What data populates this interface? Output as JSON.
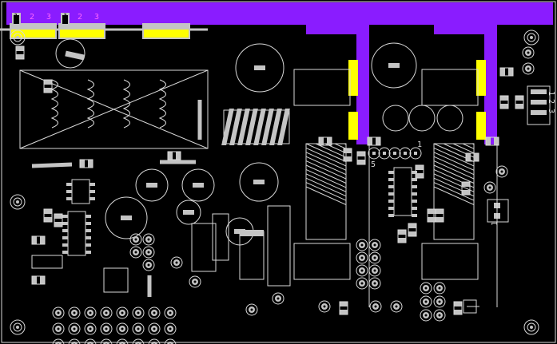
{
  "colors": {
    "background": "#000000",
    "outline": "#d8d8d8",
    "pad": "#c4c4c4",
    "copper_top": "#8a1cff",
    "copper_pad": "#ffff00"
  },
  "connector_left": {
    "pins": [
      "1",
      "2",
      "3"
    ]
  },
  "connector_mid": {
    "pins": [
      "1",
      "2",
      "3"
    ]
  },
  "header_5pin": {
    "pin_first": "1",
    "pin_last": "5"
  },
  "jumper_right": {
    "pin_first": "1"
  },
  "connector_right": {
    "pins": [
      "1",
      "2",
      "3"
    ]
  }
}
